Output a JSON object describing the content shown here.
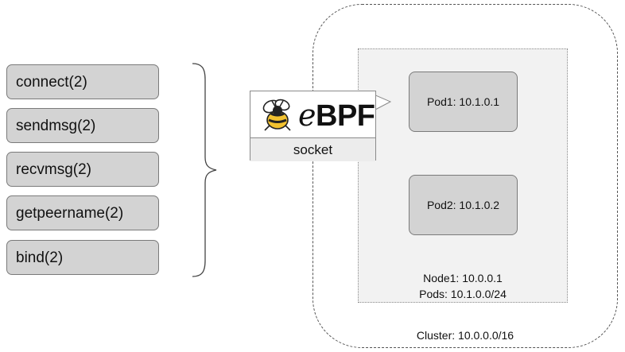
{
  "syscalls": [
    "connect(2)",
    "sendmsg(2)",
    "recvmsg(2)",
    "getpeername(2)",
    "bind(2)"
  ],
  "ebpf": {
    "logo_text_e": "e",
    "logo_text_bpf": "BPF",
    "hook": "socket"
  },
  "pods": [
    {
      "label": "Pod1: 10.1.0.1"
    },
    {
      "label": "Pod2: 10.1.0.2"
    }
  ],
  "node": {
    "name": "Node1: 10.0.0.1",
    "pods_cidr": "Pods: 10.1.0.0/24"
  },
  "cluster": {
    "label": "Cluster: 10.0.0.0/16"
  },
  "icons": {
    "logo": "bee-icon"
  }
}
